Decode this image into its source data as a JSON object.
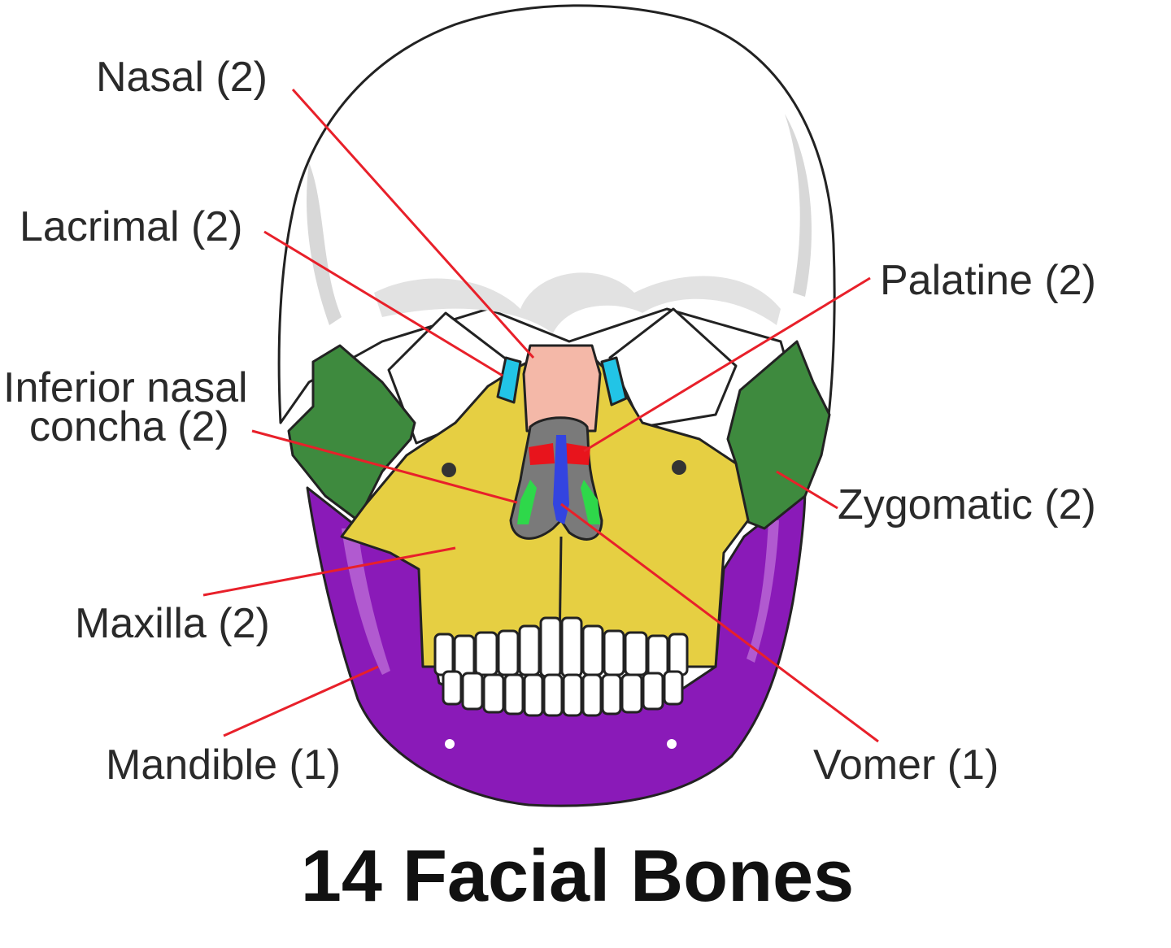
{
  "title": "14 Facial Bones",
  "labels": {
    "nasal": "Nasal (2)",
    "lacrimal": "Lacrimal (2)",
    "palatine": "Palatine (2)",
    "inferior_nasal_concha_line1": "Inferior nasal",
    "inferior_nasal_concha_line2": "concha (2)",
    "zygomatic": "Zygomatic (2)",
    "maxilla": "Maxilla (2)",
    "mandible": "Mandible (1)",
    "vomer": "Vomer (1)"
  },
  "colors": {
    "leader_line": "#e8202a",
    "skull": "#ffffff",
    "skull_shade": "#d8d8d8",
    "nasal": "#f4b8a8",
    "lacrimal": "#22c4e6",
    "palatine": "#e8141c",
    "vomer": "#3344e0",
    "inferior_nasal_concha": "#2ed84a",
    "nasal_cavity": "#7a7a7a",
    "zygomatic": "#3e8a3e",
    "maxilla": "#e6cf42",
    "mandible": "#8a1ab8",
    "teeth": "#ffffff"
  }
}
